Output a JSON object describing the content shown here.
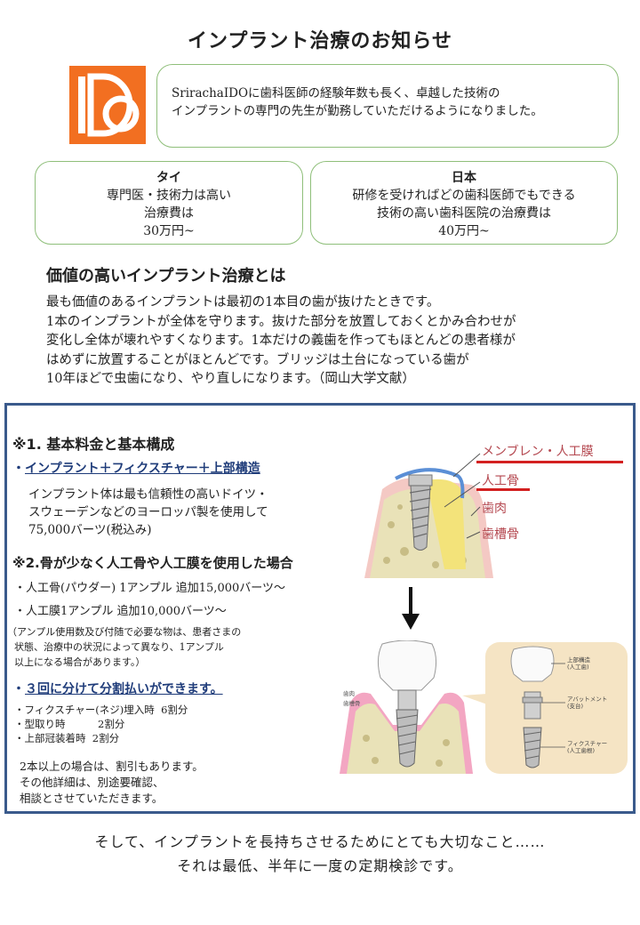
{
  "page": {
    "title": "インプラント治療のお知らせ",
    "logo": {
      "letters": "IDo",
      "color": "#f26f21"
    },
    "intro_lines": [
      "SrirachaIDOに歯科医師の経験年数も長く、卓越した技術の",
      "インプラントの専門の先生が勤務していただけるようになりました。"
    ],
    "thai": {
      "heading": "タイ",
      "lines": [
        "専門医・技術力は高い",
        "治療費は",
        "30万円~"
      ]
    },
    "japan": {
      "heading": "日本",
      "lines": [
        "研修を受ければどの歯科医師でもできる",
        "技術の高い歯科医院の治療費は",
        "40万円~"
      ]
    },
    "value_heading": "価値の高いインプラント治療とは",
    "value_lines": [
      "最も価値のあるインプラントは最初の1本目の歯が抜けたときです。",
      "1本のインプラントが全体を守ります。抜けた部分を放置しておくとかみ合わせが",
      "変化し全体が壊れやすくなります。1本だけの義歯を作ってもほとんどの患者様が",
      "はめずに放置することがほとんどです。ブリッジは土台になっている歯が",
      "10年ほどで虫歯になり、やり直しになります。（岡山大学文献）"
    ]
  },
  "panel": {
    "h1": "※1. 基本料金と基本構成",
    "sub1_bullet": "・",
    "sub1": "インプラント＋フィクスチャー＋上部構造",
    "body1": [
      "インプラント体は最も信頼性の高いドイツ・",
      "スウェーデンなどのヨーロッパ製を使用して",
      "75,000バーツ(税込み)"
    ],
    "h2": "※2.骨が少なく人工骨や人工膜を使用した場合",
    "items2": [
      "・人工骨(パウダー) 1アンプル 追加15,000バーツ～",
      "・人工膜1アンプル 追加10,000バーツ～"
    ],
    "note": [
      "（アンプル使用数及び付随で必要な物は、患者さまの",
      "状態、治療中の状況によって異なり、1アンプル",
      "以上になる場合があります。）"
    ],
    "sub3_bullet": "・",
    "sub3": "３回に分けて分割払いができます。",
    "schedule": [
      "・フィクスチャー(ネジ)埋入時  6割分",
      "・型取り時          2割分",
      "・上部冠装着時  2割分"
    ],
    "tail": [
      "2本以上の場合は、割引もあります。",
      "その他詳細は、別途要確認、",
      "相談とさせていただきます。"
    ]
  },
  "diagram": {
    "label_membrane": "メンブレン・人工膜",
    "label_bone_graft": "人工骨",
    "label_gum": "歯肉",
    "label_alveolar": "歯槽骨",
    "label_color": "#b4474f",
    "underline_color": "#d32020",
    "small_gum": "歯肉",
    "small_bone": "歯槽骨",
    "part_crown": "上部構造",
    "part_crown_sub": "(人工歯)",
    "part_abutment": "アバットメント",
    "part_abutment_sub": "(支台)",
    "part_fixture": "フィクスチャー",
    "part_fixture_sub": "(人工歯根)"
  },
  "closing": [
    "そして、インプラントを長持ちさせるためにとても大切なこと……",
    "それは最低、半年に一度の定期検診です。"
  ]
}
